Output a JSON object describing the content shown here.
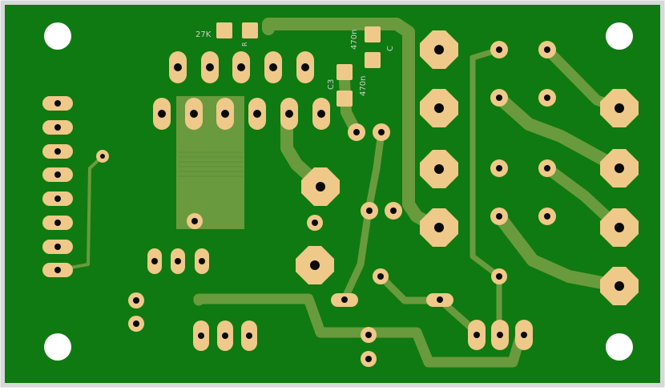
{
  "board": {
    "colors": {
      "outline": "#d8d8d8",
      "substrate": "#0f7a11",
      "trace": "#6a9a3e",
      "pad": "#efc989",
      "hole": "#0a0a0a",
      "mounting_hole": "#ffffff",
      "silkscreen": "#cfcfcf"
    }
  },
  "labels": {
    "r1_value": "27K",
    "r1_ref": "R",
    "c1_value": "470n",
    "c1_ref": "C",
    "c3_value": "470n",
    "c3_ref": "C3"
  }
}
